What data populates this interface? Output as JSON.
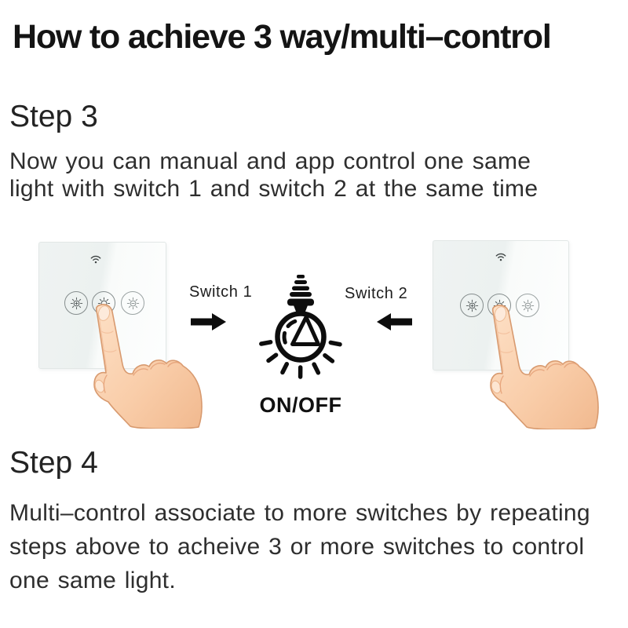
{
  "title": "How to achieve 3 way/multi–control",
  "step3": {
    "heading": "Step 3",
    "lines": [
      "Now you can manual and app control one same",
      "light with switch 1 and switch 2 at the same time"
    ]
  },
  "diagram": {
    "switch1_label": "Switch 1",
    "switch2_label": "Switch 2",
    "onoff_label": "ON/OFF",
    "icons": {
      "wifi": "wifi-icon",
      "left_button": "brightness-up-icon",
      "middle_button": "sun-power-icon",
      "right_button": "brightness-down-icon",
      "bulb": "light-bulb-icon",
      "arrow_right": "arrow-right-icon",
      "arrow_left": "arrow-left-icon",
      "hand": "pointing-hand-icon"
    },
    "colors": {
      "ink": "#0d0d0d",
      "panel_tint": "#eef2f1",
      "button_ring": "#858d8d",
      "skin": "#f9cda9",
      "skin_outline": "#d89a6f"
    }
  },
  "step4": {
    "heading": "Step 4",
    "lines": [
      "Multi–control associate to more switches by repeating",
      "steps above to acheive 3 or more switches to control",
      "one same light."
    ]
  }
}
